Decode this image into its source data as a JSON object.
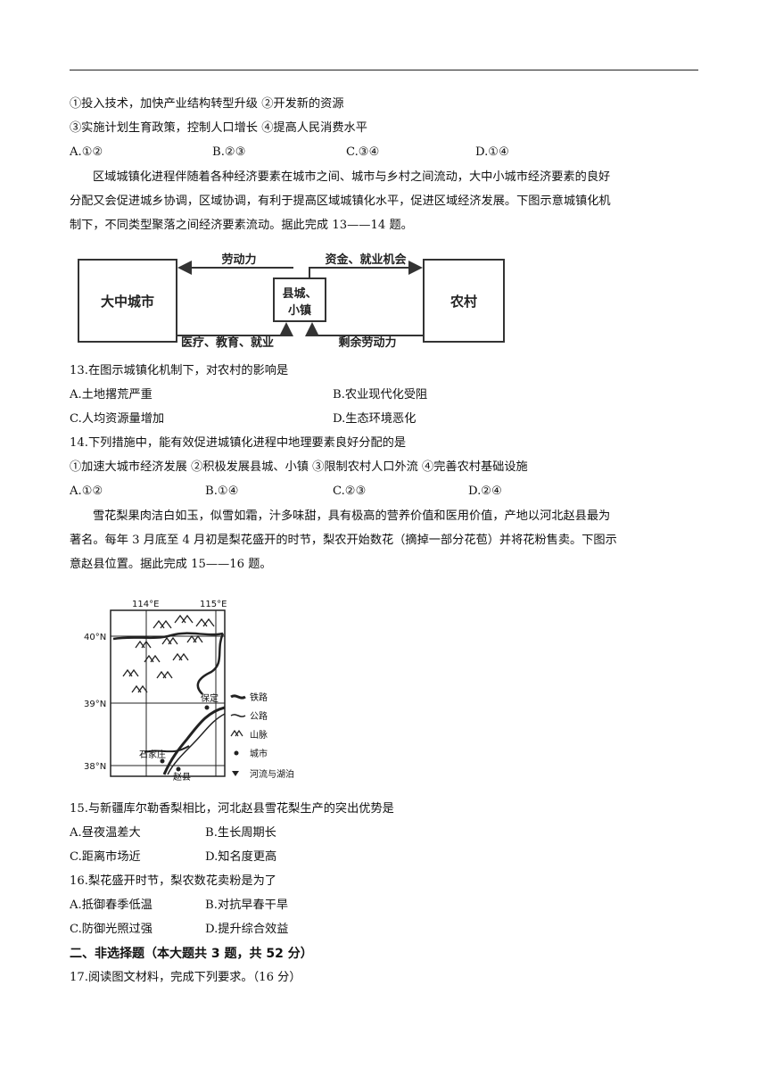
{
  "q12": {
    "line1": "①投入技术，加快产业结构转型升级 ②开发新的资源",
    "line2": "③实施计划生育政策，控制人口增长 ④提高人民消费水平",
    "options": [
      "A.①②",
      "B.②③",
      "C.③④",
      "D.①④"
    ]
  },
  "intro13": {
    "line1": "区域城镇化进程伴随着各种经济要素在城市之间、城市与乡村之间流动，大中小城市经济要素的良好",
    "line2": "分配又会促进城乡协调，区域协调，有利于提高区域城镇化水平，促进区域经济发展。下图示意城镇化机",
    "line3": "制下，不同类型聚落之间经济要素流动。据此完成 13——14 题。"
  },
  "diagram": {
    "big_city": "大中城市",
    "town_line1": "县城、",
    "town_line2": "小镇",
    "village": "农村",
    "flow_top_left": "劳动力",
    "flow_top_right": "资金、就业机会",
    "flow_bottom_left": "医疗、教育、就业",
    "flow_bottom_right": "剩余劳动力"
  },
  "q13": {
    "stem": "13.在图示城镇化机制下，对农村的影响是",
    "a": "A.土地撂荒严重",
    "b": "B.农业现代化受阻",
    "c": "C.人均资源量增加",
    "d": "D.生态环境恶化"
  },
  "q14": {
    "stem": "14.下列措施中，能有效促进城镇化进程中地理要素良好分配的是",
    "items": "①加速大城市经济发展 ②积极发展县城、小镇 ③限制农村人口外流 ④完善农村基础设施",
    "options": [
      "A.①②",
      "B.①④",
      "C.②③",
      "D.②④"
    ]
  },
  "intro15": {
    "line1": "雪花梨果肉洁白如玉，似雪如霜，汁多味甜，具有极高的营养价值和医用价值，产地以河北赵县最为",
    "line2": "著名。每年 3 月底至 4 月初是梨花盛开的时节，梨农开始数花（摘掉一部分花苞）并将花粉售卖。下图示",
    "line3": "意赵县位置。据此完成 15——16 题。"
  },
  "map": {
    "lon_114": "114°E",
    "lon_115": "115°E",
    "lat_40": "40°N",
    "lat_39": "39°N",
    "lat_38": "38°N",
    "city_baoding": "保定",
    "city_shijiazhuang": "石家庄",
    "city_zhaoxian": "赵县",
    "legend": [
      "铁路",
      "公路",
      "山脉",
      "城市",
      "河流与湖泊"
    ]
  },
  "q15": {
    "stem": "15.与新疆库尔勒香梨相比，河北赵县雪花梨生产的突出优势是",
    "a": "A.昼夜温差大",
    "b": "B.生长周期长",
    "c": "C.距离市场近",
    "d": "D.知名度更高"
  },
  "q16": {
    "stem": "16.梨花盛开时节，梨农数花卖粉是为了",
    "a": "A.抵御春季低温",
    "b": "B.对抗早春干旱",
    "c": "C.防御光照过强",
    "d": "D.提升综合效益"
  },
  "section2": {
    "title": "二、非选择题（本大题共 3 题，共 52 分）",
    "q17": "17.阅读图文材料，完成下列要求。（16 分）"
  }
}
